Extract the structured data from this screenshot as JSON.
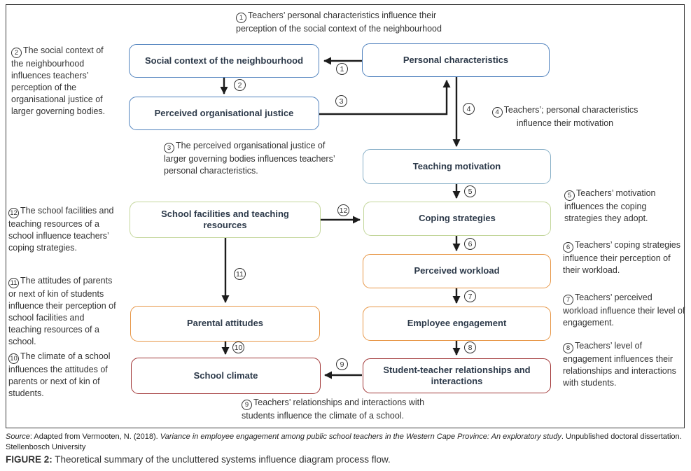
{
  "colors": {
    "node_blue": "#4f81bd",
    "node_lightblue": "#87afc7",
    "node_olive": "#c3d69b",
    "node_orange": "#e79646",
    "node_red": "#a03536",
    "arrow": "#1c1c1c",
    "node_text": "#2d3a4a"
  },
  "diagram": {
    "nodes": {
      "social_context": {
        "label": "Social context of the neighbourhood",
        "border": "#4f81bd"
      },
      "personal": {
        "label": "Personal characteristics",
        "border": "#4f81bd"
      },
      "justice": {
        "label": "Perceived organisational justice",
        "border": "#4f81bd"
      },
      "motivation": {
        "label": "Teaching motivation",
        "border": "#87afc7"
      },
      "facilities": {
        "label": "School facilities and teaching resources",
        "border": "#c3d69b"
      },
      "coping": {
        "label": "Coping strategies",
        "border": "#c3d69b"
      },
      "workload": {
        "label": "Perceived workload",
        "border": "#e79646"
      },
      "engagement": {
        "label": "Employee engagement",
        "border": "#e79646"
      },
      "parental": {
        "label": "Parental attitudes",
        "border": "#e79646"
      },
      "student": {
        "label": "Student-teacher relationships and interactions",
        "border": "#a03536"
      },
      "climate": {
        "label": "School climate",
        "border": "#a03536"
      }
    },
    "arrow_numbers": {
      "n1": "1",
      "n2": "2",
      "n3": "3",
      "n4": "4",
      "n5": "5",
      "n6": "6",
      "n7": "7",
      "n8": "8",
      "n9": "9",
      "n10": "10",
      "n11": "11",
      "n12": "12"
    },
    "annotations": {
      "a1": {
        "num": "1",
        "text": "Teachers’ personal characteristics influence their perception of the social context of the neighbourhood"
      },
      "a2": {
        "num": "2",
        "text": "The social context of the neighbourhood influences teachers’ perception of the organisational justice of larger governing bodies."
      },
      "a3": {
        "num": "3",
        "text": "The perceived organisational justice of larger governing bodies influences teachers’ personal characteristics."
      },
      "a4": {
        "num": "4",
        "text": "Teachers’; personal characteristics influence their motivation"
      },
      "a5": {
        "num": "5",
        "text": "Teachers’ motivation influences the coping strategies they adopt."
      },
      "a6": {
        "num": "6",
        "text": "Teachers’ coping strategies influence their perception of their workload."
      },
      "a7": {
        "num": "7",
        "text": "Teachers’ perceived workload influence their level of engagement."
      },
      "a8": {
        "num": "8",
        "text": "Teachers’ level of engagement influences their relationships and interactions with students."
      },
      "a9": {
        "num": "9",
        "text": "Teachers’ relationships and interactions with students influence the climate of a school."
      },
      "a10": {
        "num": "10",
        "text": "The climate of a school influences the attitudes of parents or next of kin of students."
      },
      "a11": {
        "num": "11",
        "text": "The attitudes of parents or next of kin of students influence their perception of school facilities and teaching resources of a school."
      },
      "a12": {
        "num": "12",
        "text": "The school facilities and teaching resources of a school influence teachers’ coping strategies."
      }
    }
  },
  "source": {
    "label": "Source",
    "pre": ": Adapted from Vermooten, N. (2018). ",
    "title": "Variance in employee engagement among public school teachers in the Western Cape Province: An exploratory study",
    "post": ". Unpublished doctoral dissertation.",
    "line2": "Stellenbosch University"
  },
  "caption": {
    "prefix": "FIGURE 2:",
    "text": " Theoretical summary of the uncluttered systems influence diagram process flow."
  }
}
